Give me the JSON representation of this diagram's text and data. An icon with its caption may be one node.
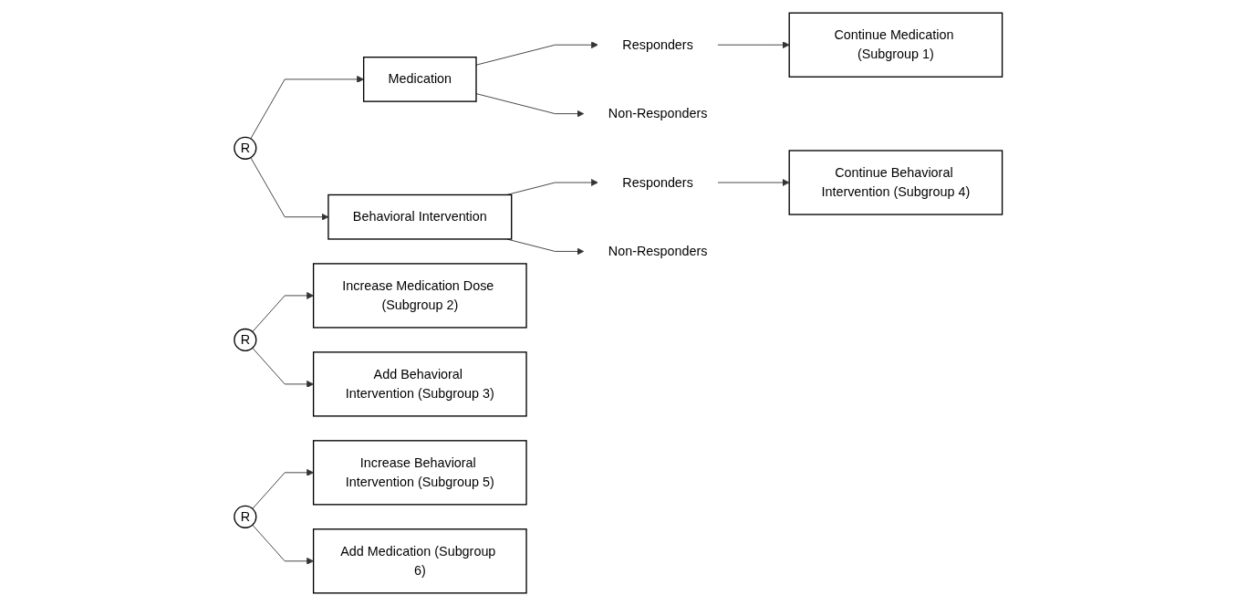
{
  "diagram": {
    "nodes": [
      {
        "text": [
          "R"
        ]
      },
      {
        "text": [
          "Medication"
        ]
      },
      {
        "text": [
          "Responders"
        ]
      },
      {
        "text": [
          "Continue Medication (Subgroup 1)"
        ]
      },
      {
        "text": [
          "Non-Responders"
        ]
      },
      {
        "text": [
          "R"
        ]
      },
      {
        "text": [
          "Increase Medication Dose (Subgroup 2)"
        ]
      },
      {
        "text": [
          "Add Behavioral Intervention (Subgroup 3)"
        ]
      },
      {
        "text": [
          "Behavioral Intervention"
        ]
      },
      {
        "text": [
          "Responders"
        ]
      },
      {
        "text": [
          "Continue Behavioral Intervention (Subgroup 4)"
        ]
      },
      {
        "text": [
          "Non-Responders"
        ]
      },
      {
        "text": [
          "R"
        ]
      },
      {
        "text": [
          "Increase Behavioral Intervention (Subgroup 5)"
        ]
      },
      {
        "text": [
          "Add Medication (Subgroup 6)"
        ]
      }
    ],
    "edges": [
      {
        "from": 0,
        "to": 1,
        "arrow": "to"
      },
      {
        "from": 0,
        "to": 8,
        "arrow": "to"
      },
      {
        "from": 1,
        "to": 2,
        "arrow": "to"
      },
      {
        "from": 1,
        "to": 4,
        "arrow": "to"
      },
      {
        "from": 2,
        "to": 3,
        "arrow": "to"
      },
      {
        "from": 5,
        "to": 6,
        "arrow": "to"
      },
      {
        "from": 5,
        "to": 7,
        "arrow": "to"
      },
      {
        "from": 8,
        "to": 9,
        "arrow": "to"
      },
      {
        "from": 8,
        "to": 11,
        "arrow": "to"
      },
      {
        "from": 9,
        "to": 10,
        "arrow": "to"
      },
      {
        "from": 12,
        "to": 13,
        "arrow": "to"
      },
      {
        "from": 12,
        "to": 14,
        "arrow": "to"
      }
    ]
  }
}
